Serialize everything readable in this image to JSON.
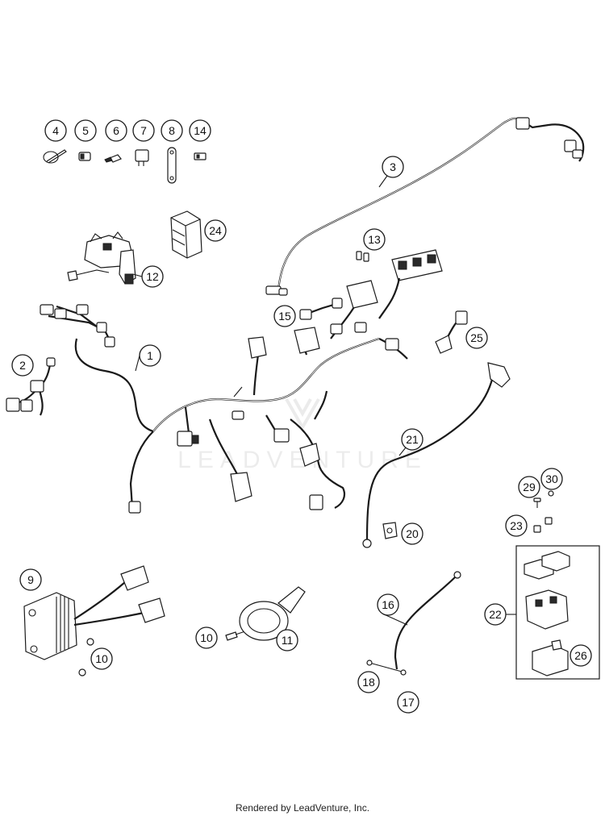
{
  "watermark": "LEADVENTURE",
  "footer": "Rendered by LeadVenture, Inc.",
  "callouts": {
    "c1": "1",
    "c2": "2",
    "c3": "3",
    "c4": "4",
    "c5": "5",
    "c6": "6",
    "c7": "7",
    "c8": "8",
    "c9": "9",
    "c10a": "10",
    "c10b": "10",
    "c11": "11",
    "c12": "12",
    "c13": "13",
    "c14": "14",
    "c15": "15",
    "c16": "16",
    "c17": "17",
    "c18": "18",
    "c20": "20",
    "c21": "21",
    "c22": "22",
    "c23": "23",
    "c24": "24",
    "c25": "25",
    "c26": "26",
    "c29": "29",
    "c30": "30"
  },
  "colors": {
    "line": "#1a1a1a",
    "background": "#ffffff"
  }
}
